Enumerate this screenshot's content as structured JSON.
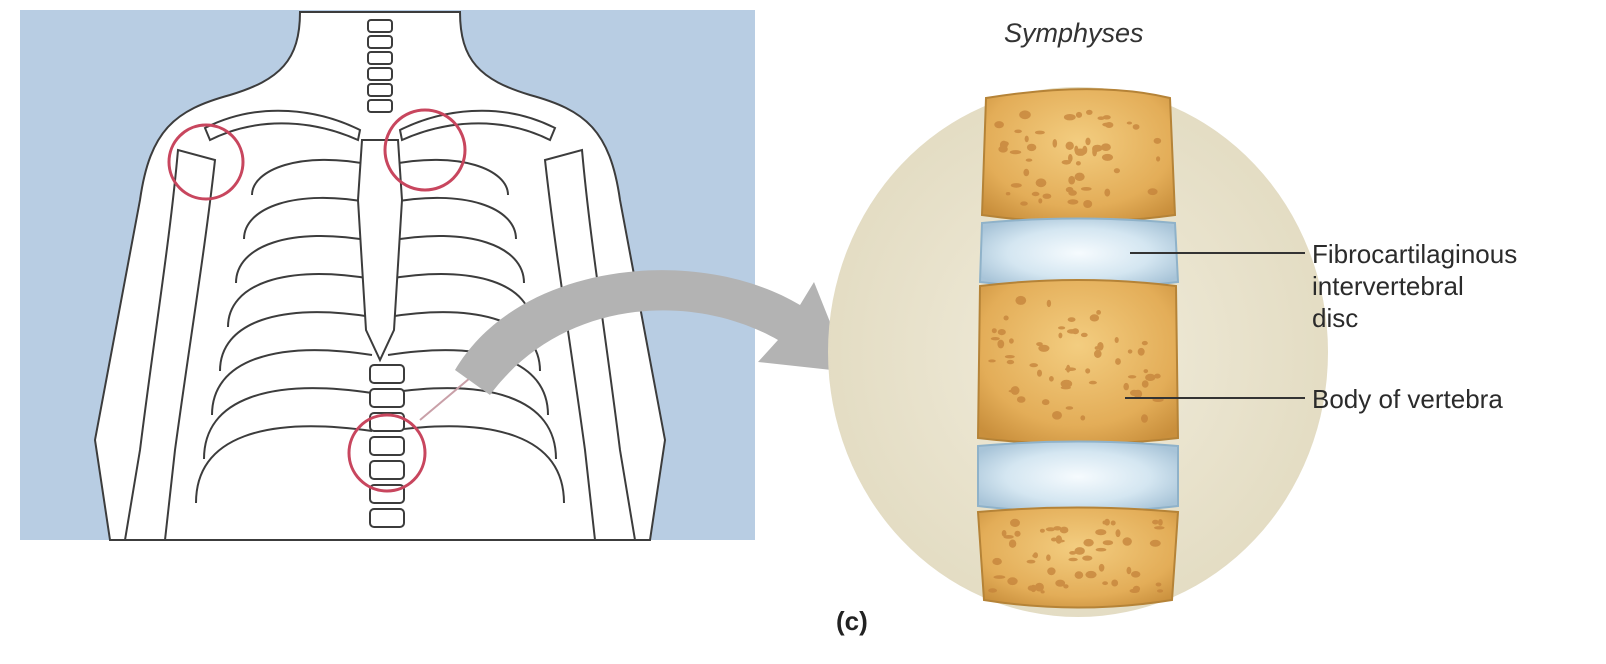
{
  "figure": {
    "title": "Symphyses",
    "panel_label": "(c)",
    "colors": {
      "panel_background": "#b8cde3",
      "highlight_ring": "#c8465e",
      "inset_oval": "#ece6d2",
      "vertebra_bone": "#e6b563",
      "disc": "#cfe2ee",
      "arrow": "#b3b3b3",
      "outline": "#3c3c3c"
    },
    "annotations": [
      {
        "id": "disc",
        "lines": [
          "Fibrocartilaginous",
          "intervertebral",
          "disc"
        ]
      },
      {
        "id": "body",
        "lines": [
          "Body of vertebra"
        ]
      }
    ]
  }
}
